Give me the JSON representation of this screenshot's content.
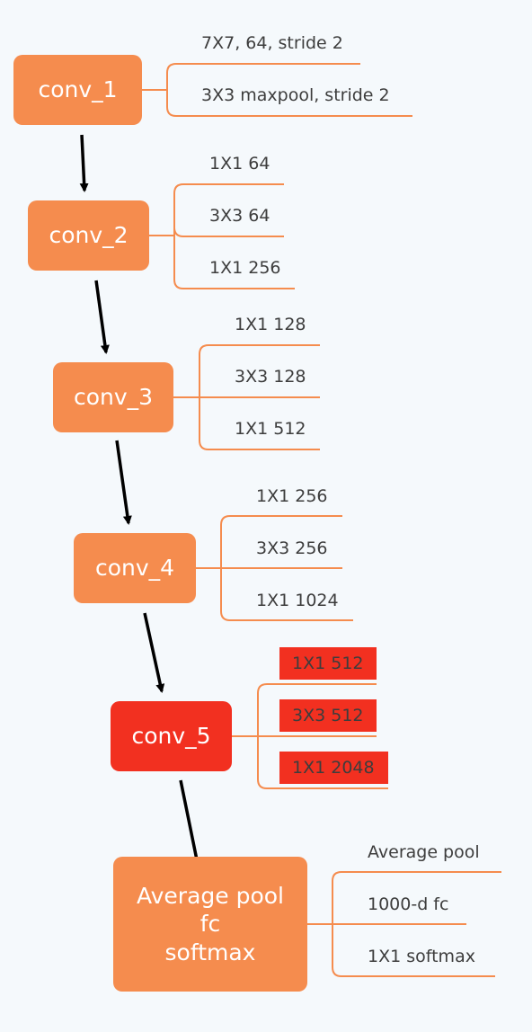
{
  "colors": {
    "node": "#f58c4e",
    "highlight": "#f23020",
    "branch": "#f58c4e",
    "arrow": "#000000",
    "background": "#f5f9fc"
  },
  "stages": [
    {
      "name": "conv_1",
      "items": [
        "7X7, 64, stride 2",
        "3X3 maxpool, stride 2"
      ]
    },
    {
      "name": "conv_2",
      "items": [
        "1X1 64",
        "3X3 64",
        "1X1 256"
      ]
    },
    {
      "name": "conv_3",
      "items": [
        "1X1 128",
        "3X3 128",
        "1X1 512"
      ]
    },
    {
      "name": "conv_4",
      "items": [
        "1X1 256",
        "3X3 256",
        "1X1 1024"
      ]
    },
    {
      "name": "conv_5",
      "highlighted": true,
      "items": [
        "1X1 512",
        "3X3 512",
        "1X1 2048"
      ]
    },
    {
      "name_lines": [
        "Average pool",
        "fc",
        "softmax"
      ],
      "items": [
        "Average pool",
        "1000-d fc",
        "1X1 softmax"
      ]
    }
  ]
}
